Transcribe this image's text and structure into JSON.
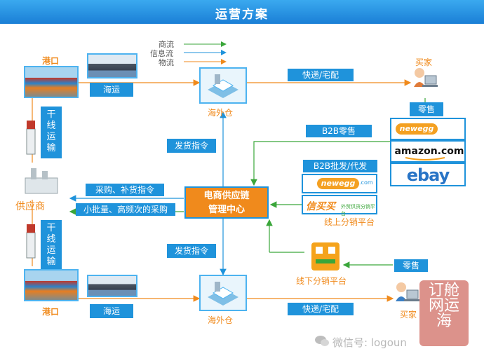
{
  "header": {
    "title": "运营方案"
  },
  "legend": {
    "items": [
      "商流",
      "信息流",
      "物流"
    ]
  },
  "nodes": {
    "port_top": "港口",
    "port_bottom": "港口",
    "sea_top": "海运",
    "sea_bottom": "海运",
    "warehouse_top": "海外仓",
    "warehouse_bottom": "海外仓",
    "trunk_top": "干线运输",
    "trunk_bottom": "干线运输",
    "supplier": "供应商",
    "buyer_top": "买家",
    "buyer_bottom": "买家",
    "center_line1": "电商供应链",
    "center_line2": "管理中心",
    "express_top": "快递/宅配",
    "express_bottom": "快递/宅配",
    "retail_top": "零售",
    "retail_bottom": "零售",
    "b2b_retail": "B2B零售",
    "b2b_wholesale": "B2B批发/代发",
    "online_platform": "线上分销平台",
    "offline_platform": "线下分销平台",
    "ship_order_top": "发货指令",
    "ship_order_bottom": "发货指令",
    "purchase_order": "采购、补货指令",
    "small_batch": "小批量、高频次的采购"
  },
  "logos": {
    "newegg_a": "newegg",
    "newegg_b": "newegg",
    "amazon": "amazon.com",
    "ebay": "ebay",
    "xinmaimai": "信买买",
    "xinmaimai_sub": "外贸供货分销平台",
    "newegg_dotcom": ".com"
  },
  "watermark": {
    "text": "微信号: logoun",
    "seal": "订舱网运海"
  },
  "colors": {
    "blue": "#1f93db",
    "orange": "#f08a1c",
    "green": "#3aa63a",
    "header": "#2b93e3"
  }
}
